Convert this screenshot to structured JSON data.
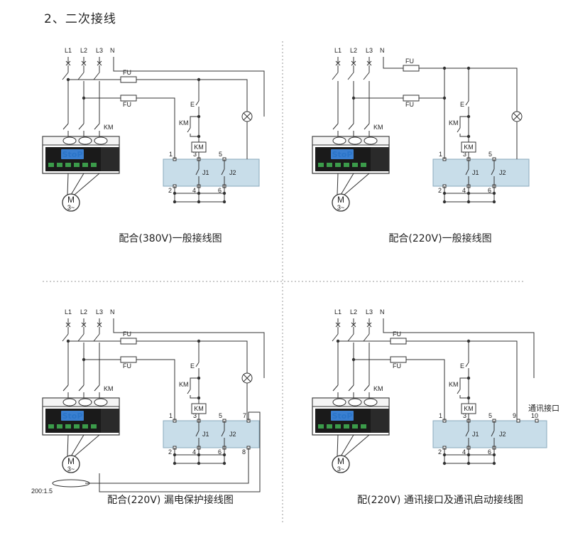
{
  "section_title": "2、二次接线",
  "line_labels": [
    "L1",
    "L2",
    "L3",
    "N"
  ],
  "fuse_label": "FU",
  "contactor_label": "KM",
  "motor_label": "M",
  "motor_phase": "3~",
  "display_text": "StoP",
  "relay_labels": [
    "J1",
    "J2"
  ],
  "ct_ratio": "200:1.5",
  "comm_port_label": "通讯接口",
  "colors": {
    "relay_block": "#c8dde9",
    "wire": "#333333",
    "display": "#3a7fd0"
  },
  "diagrams": [
    {
      "caption": "配合(380V)一般接线图",
      "terminals": [
        "1",
        "2",
        "3",
        "4",
        "5",
        "6"
      ]
    },
    {
      "caption": "配合(220V)一般接线图",
      "terminals": [
        "1",
        "2",
        "3",
        "4",
        "5",
        "6"
      ]
    },
    {
      "caption": "配合(220V) 漏电保护接线图",
      "terminals": [
        "1",
        "2",
        "3",
        "4",
        "5",
        "6",
        "7",
        "8"
      ]
    },
    {
      "caption": "配(220V) 通讯接口及通讯启动接线图",
      "terminals": [
        "1",
        "2",
        "3",
        "4",
        "5",
        "6",
        "9",
        "10"
      ]
    }
  ]
}
